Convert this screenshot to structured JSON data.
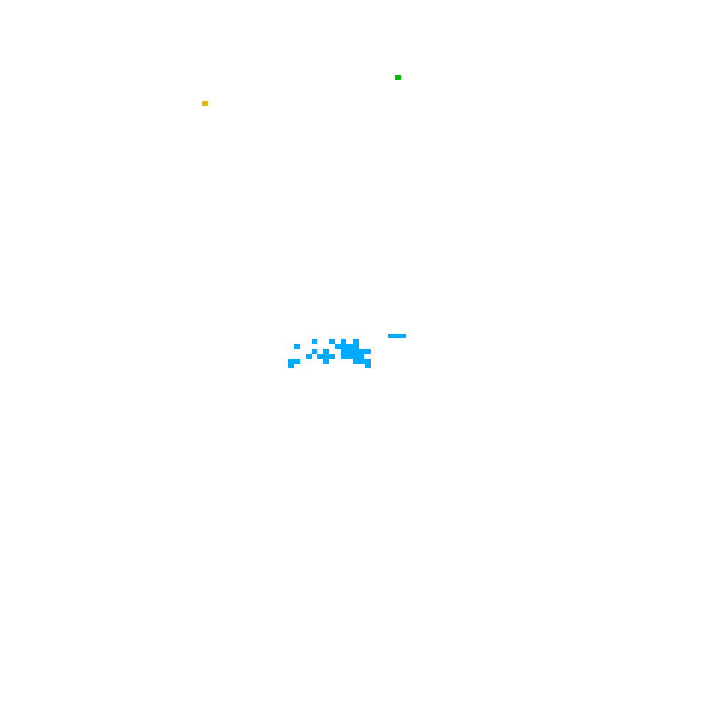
{
  "colors": {
    "background": "#ffffff",
    "player": "#00aaff",
    "green_item": "#00bb00",
    "yellow_item": "#ddbb00"
  },
  "entities": {
    "green_item": {
      "name": "green-item",
      "color_key": "green_item"
    },
    "yellow_item": {
      "name": "yellow-item",
      "color_key": "yellow_item"
    },
    "blue_cluster": {
      "name": "blue-cell-cluster",
      "color_key": "player"
    }
  }
}
